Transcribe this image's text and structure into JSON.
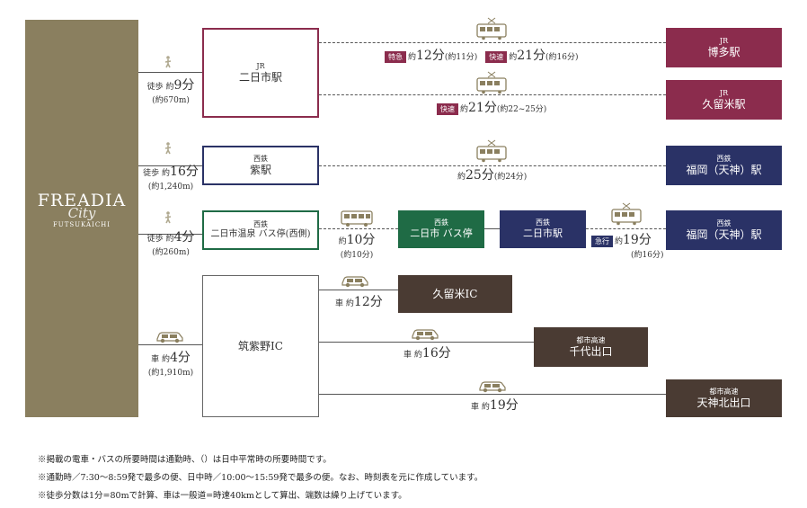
{
  "brand": {
    "main": "FREADIA",
    "script": "City",
    "sub": "FUTSUKAICHI"
  },
  "stations": {
    "jr_futsukaichi": {
      "line": "JR",
      "name": "二日市駅"
    },
    "nishitetsu_murasaki": {
      "line": "西鉄",
      "name": "紫駅"
    },
    "nishitetsu_onsen": {
      "line": "西鉄",
      "name": "二日市温泉 バス停(西側)"
    },
    "nishitetsu_futsukaichi_bus": {
      "line": "西鉄",
      "name": "二日市 バス停"
    },
    "nishitetsu_futsukaichi": {
      "line": "西鉄",
      "name": "二日市駅"
    },
    "chikushino_ic": {
      "name": "筑紫野IC"
    },
    "jr_hakata": {
      "line": "JR",
      "name": "博多駅"
    },
    "jr_kurume": {
      "line": "JR",
      "name": "久留米駅"
    },
    "nishitetsu_fukuoka1": {
      "line": "西鉄",
      "name": "福岡（天神）駅"
    },
    "nishitetsu_fukuoka2": {
      "line": "西鉄",
      "name": "福岡（天神）駅"
    },
    "kurume_ic": {
      "name": "久留米IC"
    },
    "chiyo": {
      "line": "都市高速",
      "name": "千代出口"
    },
    "tenjin_kita": {
      "line": "都市高速",
      "name": "天神北出口"
    }
  },
  "access": {
    "walk_jr": {
      "mode": "徒歩",
      "approx": "約",
      "time": "9分",
      "dist": "(約670m)"
    },
    "walk_murasaki": {
      "mode": "徒歩",
      "approx": "約",
      "time": "16分",
      "dist": "(約1,240m)"
    },
    "walk_onsen": {
      "mode": "徒歩",
      "approx": "約",
      "time": "4分",
      "dist": "(約260m)"
    },
    "car_ic": {
      "mode": "車",
      "approx": "約",
      "time": "4分",
      "dist": "(約1,910m)"
    }
  },
  "routes": {
    "hakata": {
      "tag1": "特急",
      "approx1": "約",
      "t1": "12分",
      "s1": "(約11分)",
      "tag2": "快速",
      "approx2": "約",
      "t2": "21分",
      "s2": "(約16分)"
    },
    "kurume": {
      "tag": "快速",
      "approx": "約",
      "t": "21分",
      "s": "(約22~25分)"
    },
    "murasaki_fukuoka": {
      "approx": "約",
      "t": "25分",
      "s": "(約24分)"
    },
    "bus": {
      "approx": "約",
      "t": "10分",
      "s": "(約10分)"
    },
    "futsukaichi_fukuoka": {
      "tag": "急行",
      "approx": "約",
      "t": "19分",
      "s": "(約16分)"
    },
    "car_kurume": {
      "mode": "車",
      "approx": "約",
      "t": "12分"
    },
    "car_chiyo": {
      "mode": "車",
      "approx": "約",
      "t": "16分"
    },
    "car_tenjin": {
      "mode": "車",
      "approx": "約",
      "t": "19分"
    }
  },
  "notes": [
    "※掲載の電車・バスの所要時間は通勤時、（）は日中平常時の所要時間です。",
    "※通勤時／7:30～8:59発で最多の便、日中時／10:00～15:59発で最多の便。なお、時刻表を元に作成しています。",
    "※徒歩分数は1分=80mで計算、車は一般道=時速40kmとして算出、端数は繰り上げています。"
  ],
  "colors": {
    "gold": "#8a7f5f",
    "jr": "#8b2c4d",
    "nishitetsu_navy": "#2a3266",
    "nishitetsu_green": "#1f6b45",
    "road": "#4a3b33",
    "tag_red": "#8b2c4d",
    "tag_navy": "#2a3266"
  }
}
